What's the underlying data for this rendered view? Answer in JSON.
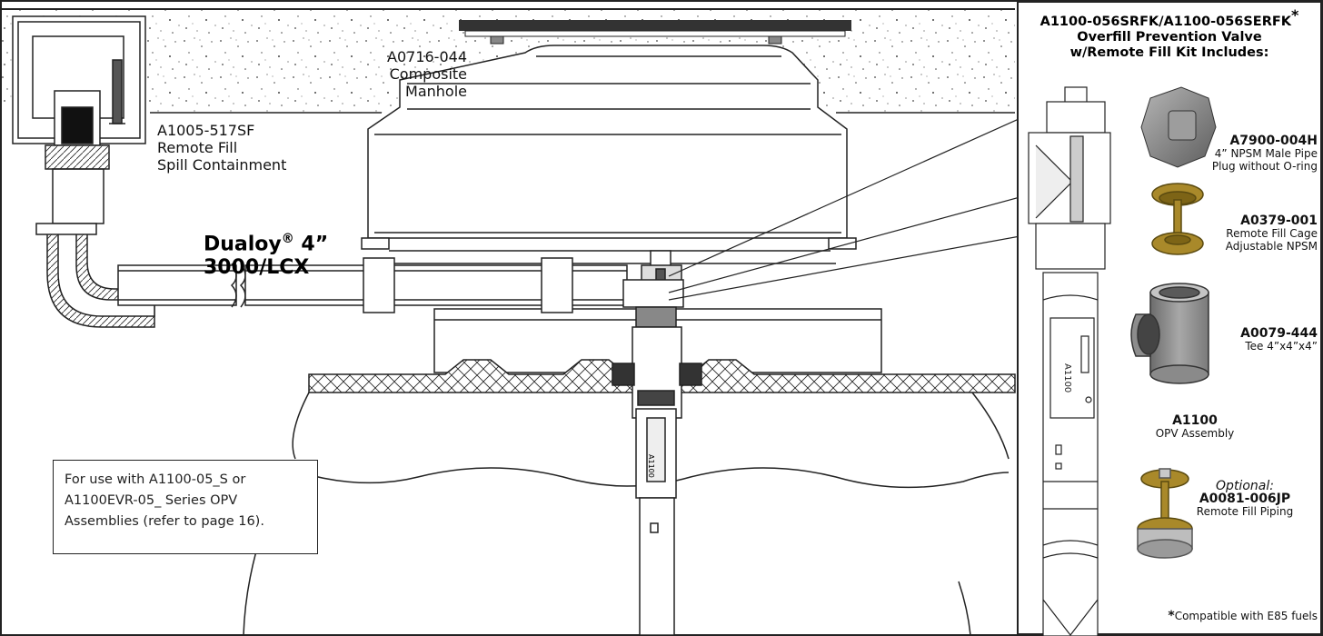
{
  "kit": {
    "title_line1": "A1100-056SRFK/A1100-056SERFK",
    "title_mark": "*",
    "title_line2": "Overfill Prevention Valve",
    "title_line3": "w/Remote Fill Kit Includes:",
    "items": [
      {
        "part": "A7900-004H",
        "desc1": "4” NPSM Male Pipe",
        "desc2": "Plug without O-ring"
      },
      {
        "part": "A0379-001",
        "desc1": "Remote Fill Cage",
        "desc2": "Adjustable NPSM"
      },
      {
        "part": "A0079-444",
        "desc1": "Tee 4”x4”x4”"
      },
      {
        "part": "A1100",
        "desc1": "OPV Assembly"
      },
      {
        "optional": "Optional:",
        "part": "A0081-006JP",
        "desc1": "Remote Fill Piping"
      }
    ],
    "footnote_mark": "*",
    "footnote": "Compatible with E85 fuels"
  },
  "labels": {
    "manhole_part": "A0716-044",
    "manhole_desc": "Composite Manhole",
    "spill_part": "A1005-517SF",
    "spill_desc1": "Remote Fill",
    "spill_desc2": "Spill Containment",
    "pipe_name": "Dualoy",
    "pipe_reg": "®",
    "pipe_size": " 4”",
    "pipe_model": "3000/LCX",
    "valve_mark": "A1100"
  },
  "note": {
    "line1": "For use with A1100-05_S or",
    "line2": "A1100EVR-05_ Series OPV",
    "line3": "Assemblies (refer to page 16)."
  },
  "colors": {
    "brass": "#a9892a",
    "cap_gray": "#8a8a8a",
    "tee_gray": "#9a9a9a"
  }
}
